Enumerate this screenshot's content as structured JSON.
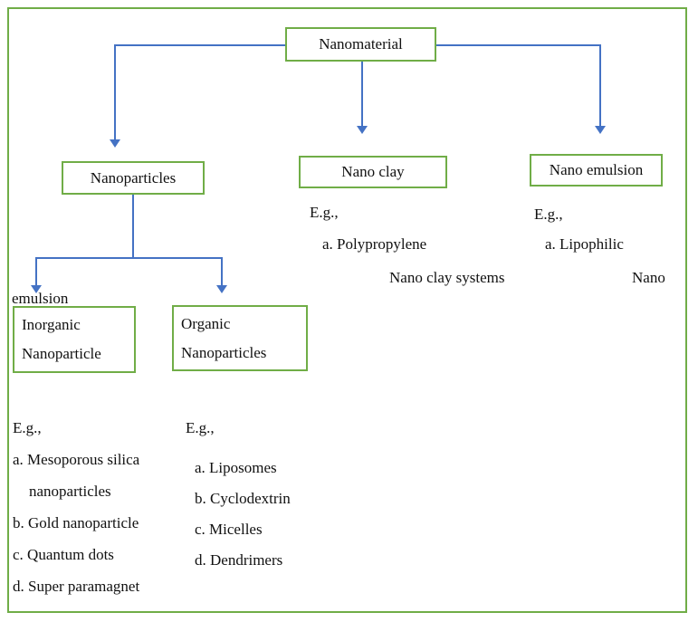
{
  "colors": {
    "box_border": "#70AD47",
    "arrow": "#4472C4"
  },
  "tree": {
    "root": {
      "label": "Nanomaterial"
    },
    "branches": [
      {
        "label": "Nanoparticles"
      },
      {
        "label": "Nano clay"
      },
      {
        "label": "Nano emulsion"
      }
    ],
    "leaves": [
      {
        "line1": "Inorganic",
        "line2": "Nanoparticle"
      },
      {
        "line1": "Organic",
        "line2": "Nanoparticles"
      }
    ]
  },
  "nano_clay_examples": {
    "heading": "E.g.,",
    "item_a": "a. Polypropylene",
    "continuation": "Nano clay systems"
  },
  "nano_emulsion_examples": {
    "heading": "E.g.,",
    "item_a": "a. Lipophilic",
    "continuation_1": "Nano",
    "continuation_2": "emulsion"
  },
  "inorganic_examples": {
    "heading": "E.g.,",
    "items": [
      "a. Mesoporous silica",
      "nanoparticles",
      "b. Gold nanoparticle",
      "c. Quantum dots",
      "d. Super paramagnet"
    ]
  },
  "organic_examples": {
    "heading": "E.g.,",
    "items": [
      "a. Liposomes",
      "b. Cyclodextrin",
      "c. Micelles",
      "d. Dendrimers"
    ]
  }
}
